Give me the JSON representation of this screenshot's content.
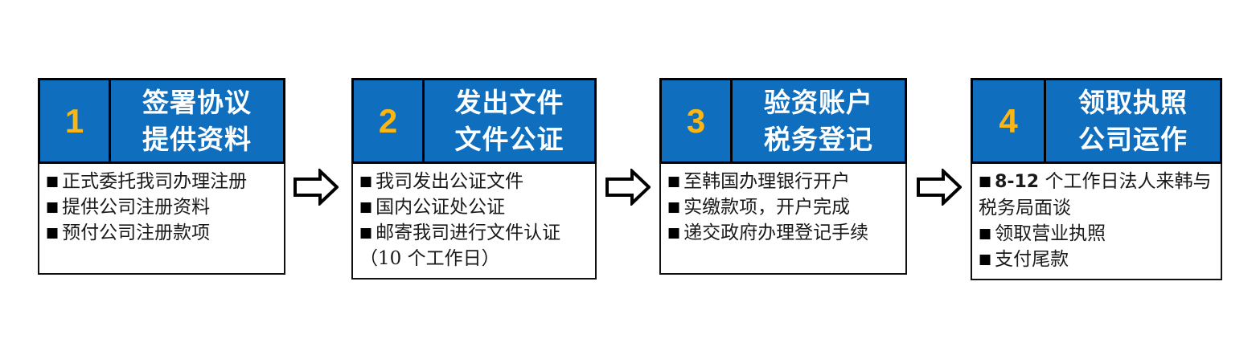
{
  "diagram": {
    "title": "company-registration-process-flow",
    "colors": {
      "header_blue": "#0F6FBE",
      "number_amber": "#FBB614",
      "title_white": "#FFFFFF",
      "border_black": "#000000",
      "body_background": "#FFFFFF",
      "body_text": "#1A1A1A"
    },
    "connector_icon": "right-arrow-icon",
    "steps": [
      {
        "number": "1",
        "title_lines": [
          "签署协议",
          "提供资料"
        ],
        "bullets": [
          {
            "mark": "■",
            "text": "正式委托我司办理注册"
          },
          {
            "mark": "■",
            "text": "提供公司注册资料"
          },
          {
            "mark": "■",
            "text": "预付公司注册款项"
          }
        ]
      },
      {
        "number": "2",
        "title_lines": [
          "发出文件",
          "文件公证"
        ],
        "bullets": [
          {
            "mark": "■",
            "text": "我司发出公证文件"
          },
          {
            "mark": "■",
            "text": "国内公证处公证"
          },
          {
            "mark": "■",
            "text": "邮寄我司进行文件认证（10 个工作日）"
          }
        ]
      },
      {
        "number": "3",
        "title_lines": [
          "验资账户",
          "税务登记"
        ],
        "bullets": [
          {
            "mark": "■",
            "text": "至韩国办理银行开户"
          },
          {
            "mark": "■",
            "text": "实缴款项，开户完成"
          },
          {
            "mark": "■",
            "text": "递交政府办理登记手续"
          }
        ]
      },
      {
        "number": "4",
        "title_lines": [
          "领取执照",
          "公司运作"
        ],
        "bullets": [
          {
            "mark": "■",
            "emphasis": "8-12",
            "text": "个工作日法人来韩与税务局面谈"
          },
          {
            "mark": "■",
            "text": "领取营业执照"
          },
          {
            "mark": "■",
            "text": "支付尾款"
          }
        ]
      }
    ],
    "arrows": [
      {
        "name": "arrow-step1-to-step2"
      },
      {
        "name": "arrow-step2-to-step3"
      },
      {
        "name": "arrow-step3-to-step4"
      }
    ]
  }
}
